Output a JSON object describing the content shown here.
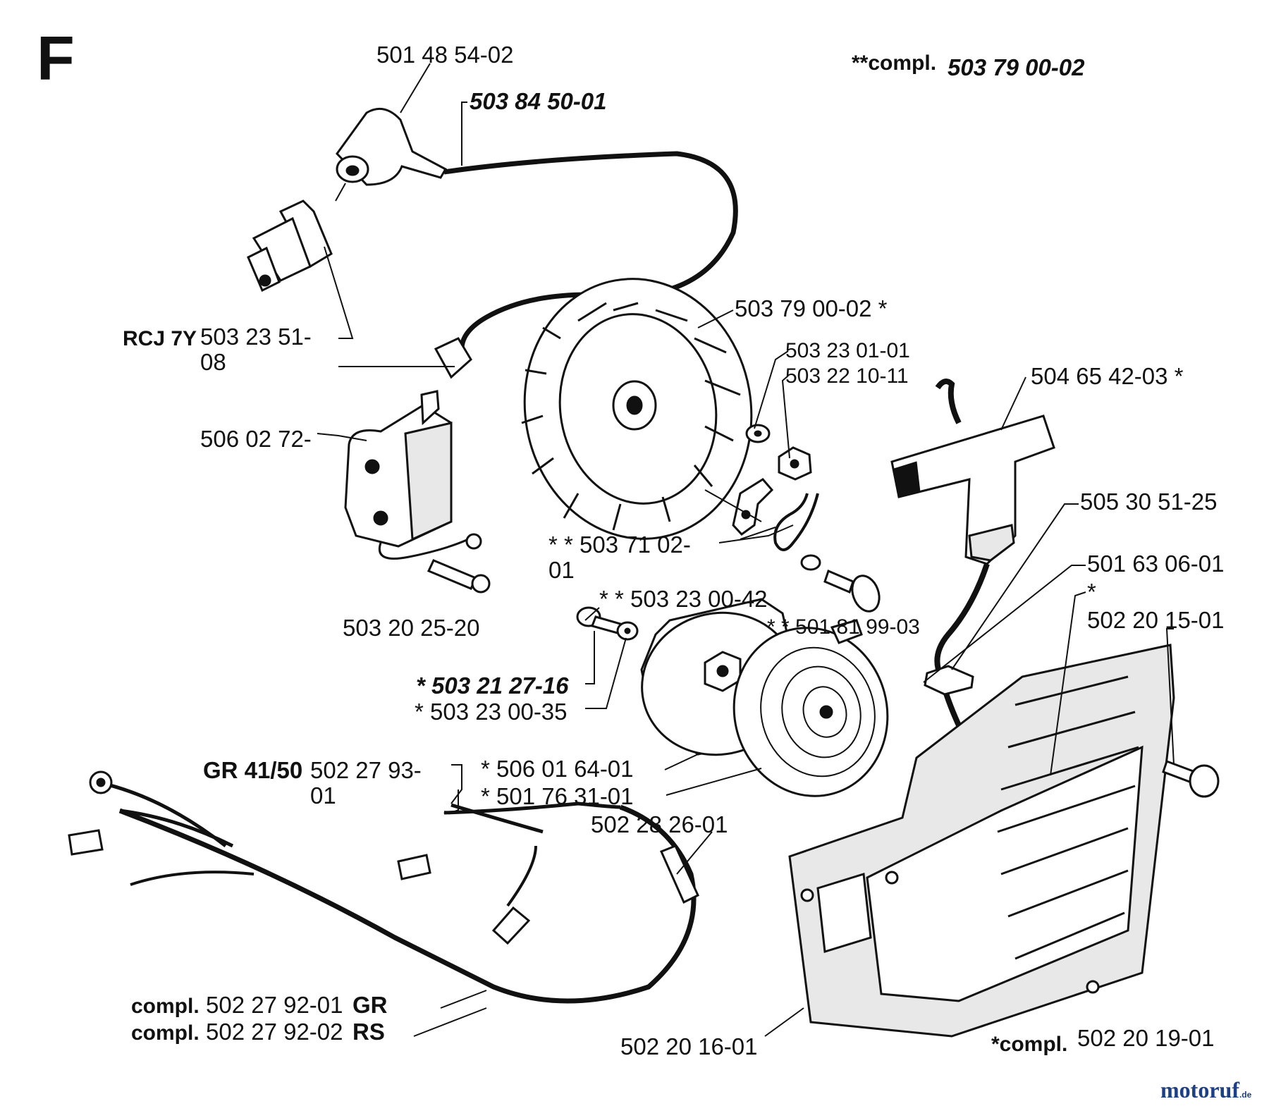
{
  "section_letter": "F",
  "watermark": {
    "brand": "motoruf",
    "suffix": ".de"
  },
  "labels": {
    "plug_cap": "501 48 54-02",
    "ht_lead": "503 84 50-01",
    "compl_top_prefix": "**compl.",
    "compl_top_number": "503 79 00-02",
    "spark_prefix": "RCJ 7Y",
    "spark_number": "503 23 51-\n08",
    "flywheel": "503 79 00-02 *",
    "washer": "503 23 01-01",
    "nut": "503 22 10-11",
    "handle": "504 65 42-03 *",
    "coil": "506 02 72-",
    "pawl": "* * 503 71 02-\n01",
    "rope": "505 30 51-25",
    "grommet": "501 63 06-01",
    "star": "*",
    "cover_screw": "502 20 15-01",
    "coil_screw": "503 20 25-20",
    "pulley_screw": "* * 503 23 00-42",
    "pawl_screw": "* * 501 81 99-03",
    "center_screw": "* 503 21 27-16",
    "center_washer": "* 503 23 00-35",
    "pulley": "* 506 01 64-01",
    "spring": "* 501 76 31-01",
    "harness_prefix": "GR 41/50",
    "harness_number": "502 27 93-\n01",
    "sleeve": "502 28 26-01",
    "compl_gr_prefix": "compl.",
    "compl_gr_number": "502 27 92-01",
    "compl_gr_suffix": "GR",
    "compl_rs_prefix": "compl.",
    "compl_rs_number": "502 27 92-02",
    "compl_rs_suffix": "RS",
    "housing": "502 20 16-01",
    "starter_prefix": "*compl.",
    "starter_number": "502 20 19-01"
  }
}
